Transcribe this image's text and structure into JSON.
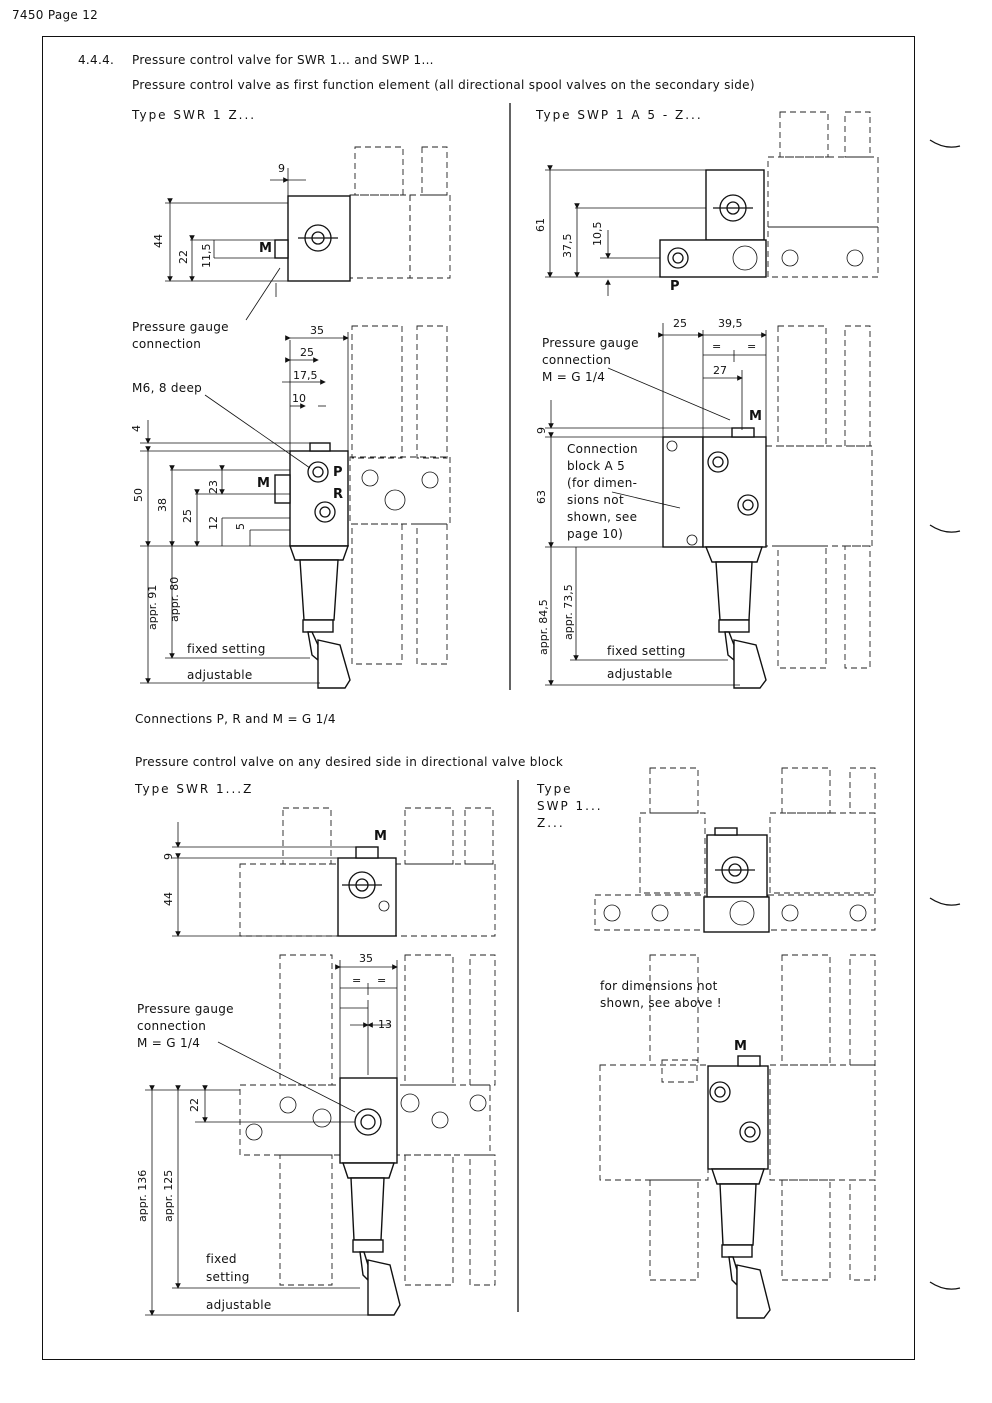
{
  "page_header": "7450  Page 12",
  "section": {
    "number": "4.4.4.",
    "title": "Pressure control valve for SWR 1... and SWP 1..."
  },
  "part1": {
    "heading": "Pressure control valve as first function element (all directional spool valves on the secondary side)",
    "left_type": "Type  SWR 1 Z...",
    "right_type": "Type  SWP 1 A 5 - Z...",
    "left_labels": {
      "gauge": [
        "Pressure gauge",
        "connection"
      ],
      "m6": "M6, 8 deep",
      "fixed": "fixed setting",
      "adjustable": "adjustable",
      "ports": [
        "M",
        "P",
        "R"
      ]
    },
    "left_dims": [
      "9",
      "44",
      "22",
      "11,5",
      "35",
      "25",
      "17,5",
      "10",
      "4",
      "50",
      "38",
      "23",
      "25",
      "12",
      "5",
      "appr. 91",
      "appr. 80"
    ],
    "right_labels": {
      "gauge": [
        "Pressure gauge",
        "connection",
        "M = G 1/4"
      ],
      "block": [
        "Connection",
        "block A 5",
        "(for dimen-",
        "sions not",
        "shown, see",
        "page 10)"
      ],
      "fixed": "fixed setting",
      "adjustable": "adjustable",
      "ports": [
        "P",
        "M"
      ]
    },
    "right_dims": [
      "61",
      "37,5",
      "10,5",
      "25",
      "39,5",
      "=",
      "=",
      "27",
      "9",
      "63",
      "appr. 84,5",
      "appr. 73,5"
    ],
    "connections_note": "Connections P, R and M = G 1/4"
  },
  "part2": {
    "heading": "Pressure control valve on any desired side in directional valve block",
    "left_type": "Type  SWR 1...Z",
    "right_type": [
      "Type",
      "SWP 1...",
      "Z..."
    ],
    "left_labels": {
      "gauge": [
        "Pressure gauge",
        "connection",
        "M = G 1/4"
      ],
      "fixed": [
        "fixed",
        "setting"
      ],
      "adjustable": "adjustable",
      "ports": [
        "M"
      ]
    },
    "left_dims": [
      "9",
      "44",
      "35",
      "=",
      "=",
      "13",
      "22",
      "appr. 136",
      "appr. 125"
    ],
    "right_note": [
      "for dimensions not",
      "shown, see above !"
    ],
    "right_ports": [
      "M"
    ]
  }
}
